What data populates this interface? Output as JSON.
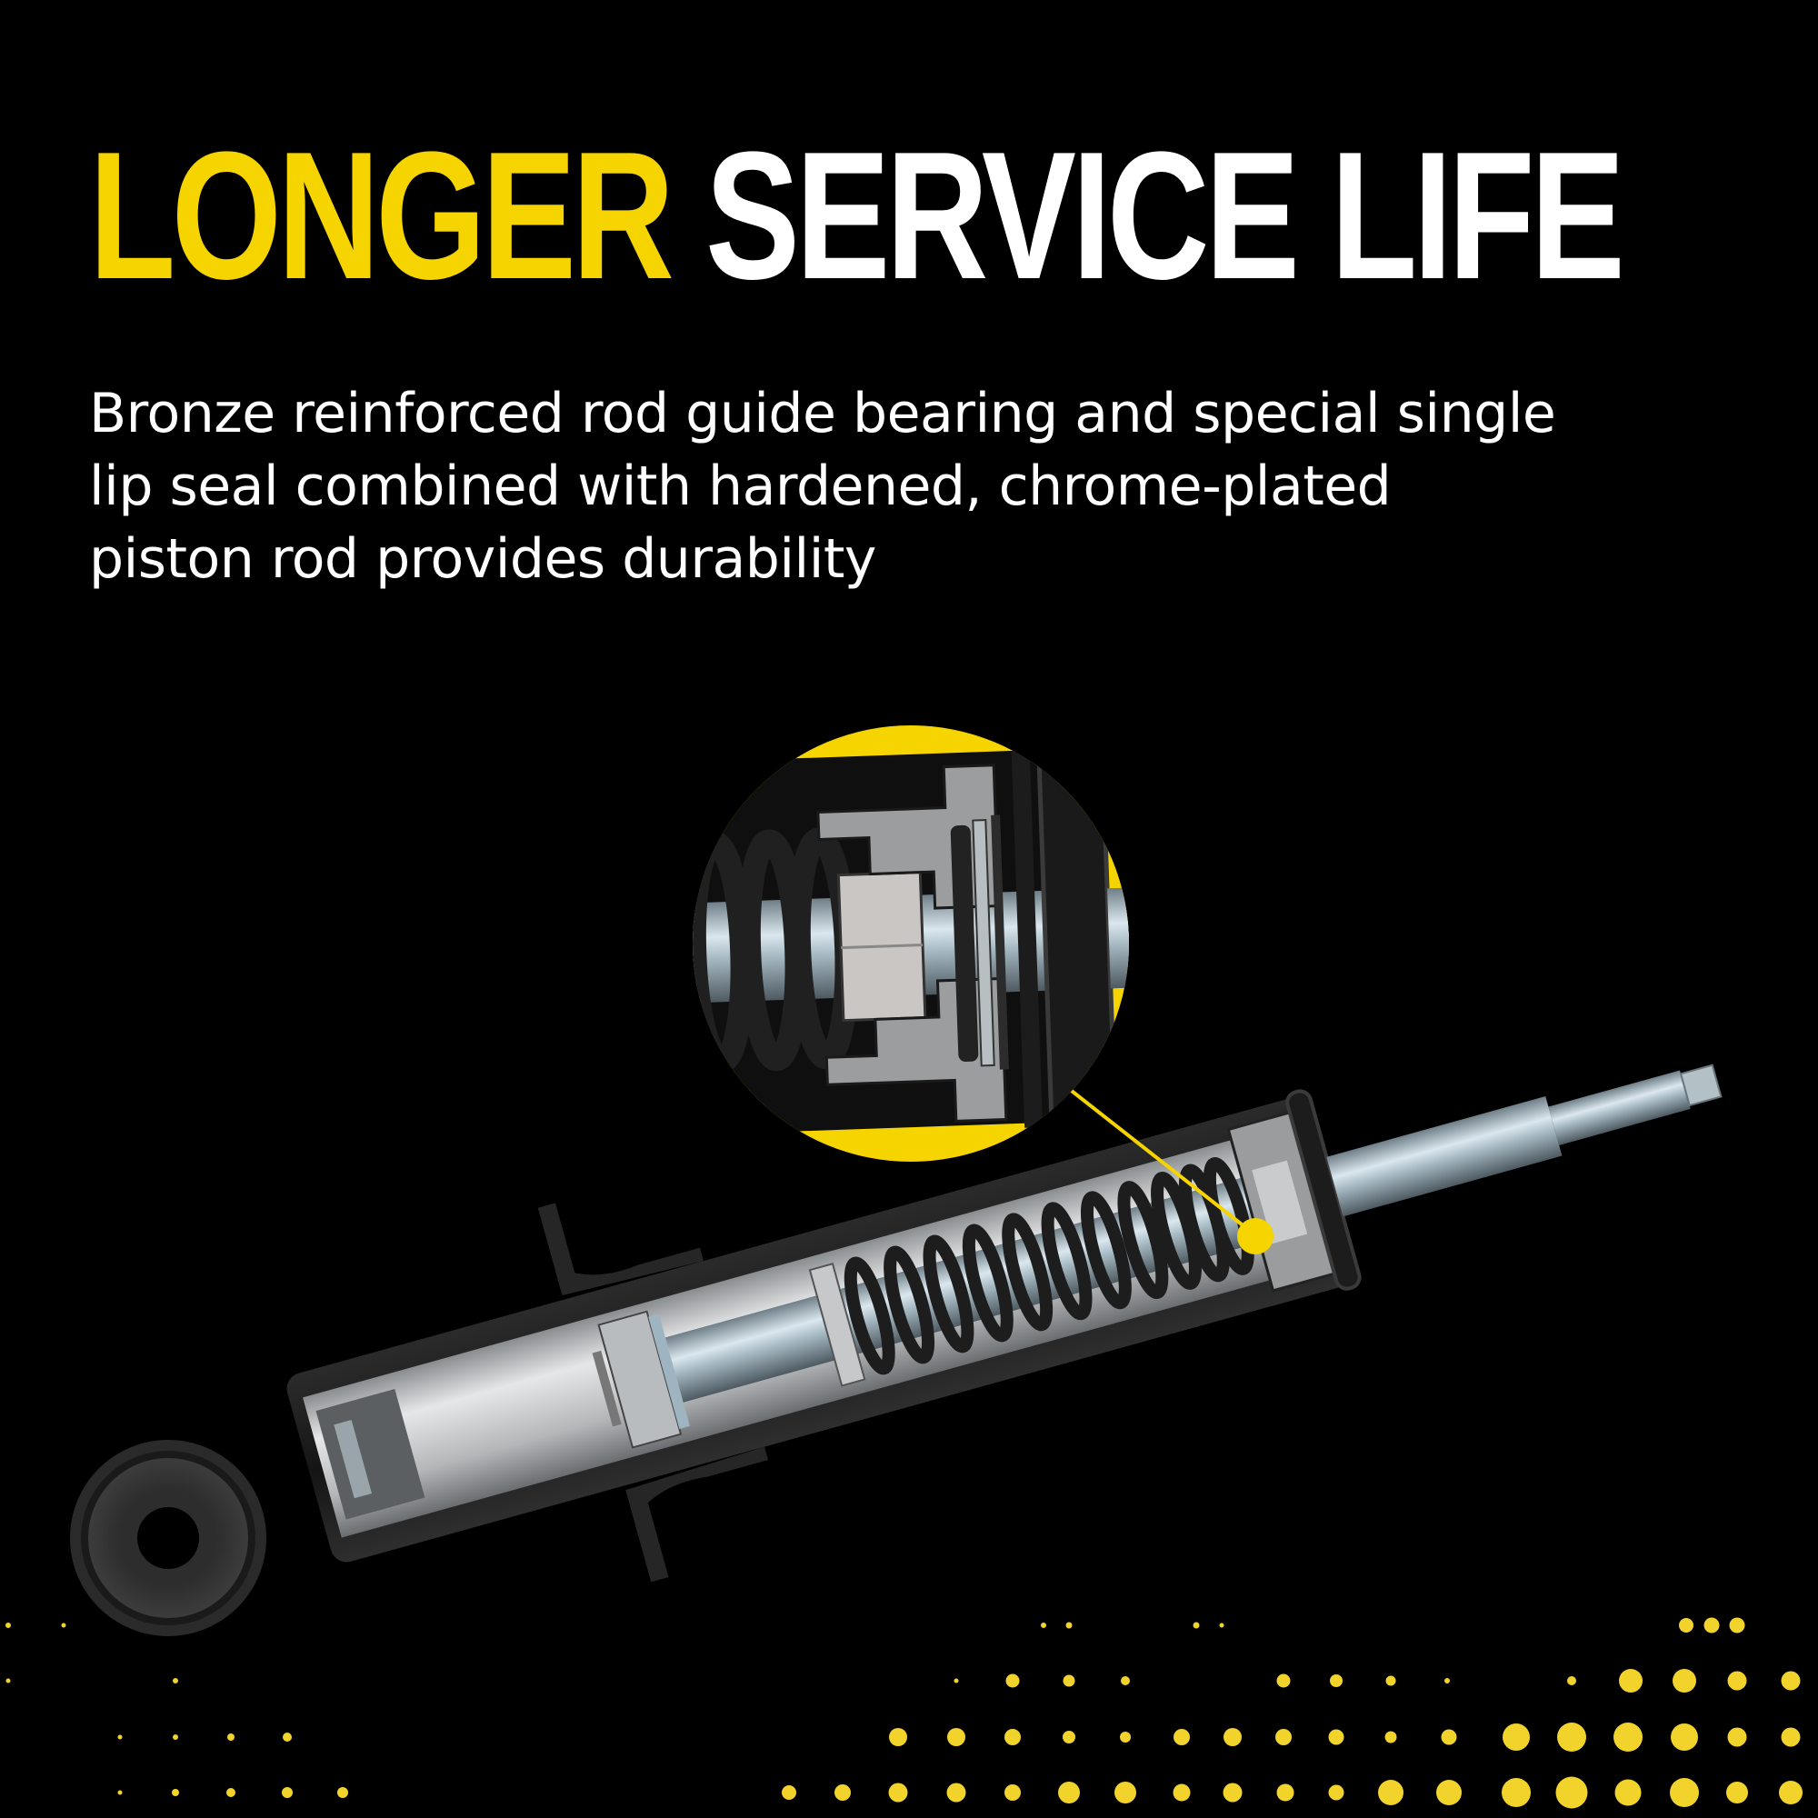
{
  "headline": {
    "accent_word": "LONGER",
    "rest": "SERVICE LIFE"
  },
  "description": {
    "lines": [
      "Bronze reinforced rod guide bearing and special single",
      "lip seal combined with hardened, chrome-plated",
      "piston rod provides durability"
    ]
  },
  "illustration": {
    "subject": "shock-absorber-cutaway",
    "callout": "rod-guide-bearing-and-seal-detail"
  },
  "colors": {
    "background": "#000000",
    "accent": "#f5d400",
    "text": "#ffffff",
    "dots": "#f2d32c"
  }
}
